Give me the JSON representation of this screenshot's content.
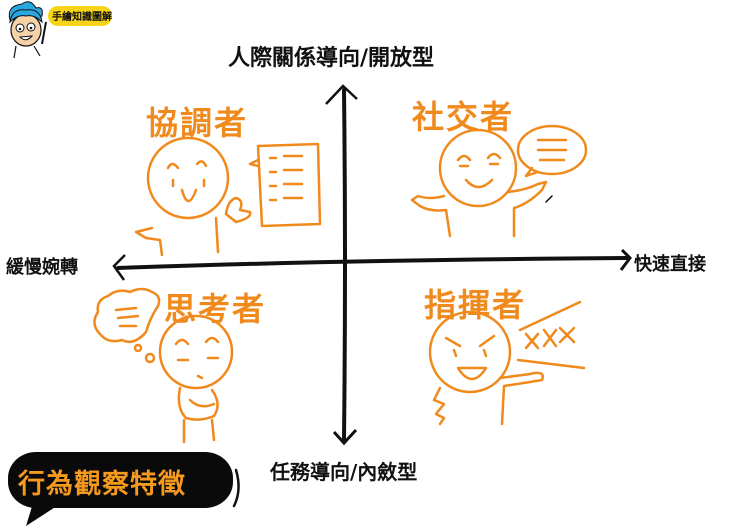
{
  "logo": {
    "badge_text": "手繪知識圖解",
    "badge_color": "#f7d417",
    "mascot": "blue-haired-cartoon-boy-holding-pen"
  },
  "axes": {
    "top": "人際關係導向/開放型",
    "bottom": "任務導向/內斂型",
    "left": "緩慢婉轉",
    "right": "快速直接"
  },
  "quadrants": {
    "top_left": {
      "title": "協調者",
      "illustration": "smiling-figure-thumbs-up-with-list-note"
    },
    "top_right": {
      "title": "社交者",
      "illustration": "smiling-figure-open-arms-with-speech-bubble"
    },
    "bottom_left": {
      "title": "思考者",
      "illustration": "figure-arms-crossed-with-thought-cloud"
    },
    "bottom_right": {
      "title": "指揮者",
      "illustration": "figure-pointing-with-xxx-shout"
    }
  },
  "shout_text": "XXX",
  "banner": {
    "text": "行為觀察特徵"
  },
  "colors": {
    "accent_orange": "#f08a1c",
    "banner_bg": "#0a0a0a",
    "banner_text": "#f6991f",
    "axis": "#111111"
  }
}
